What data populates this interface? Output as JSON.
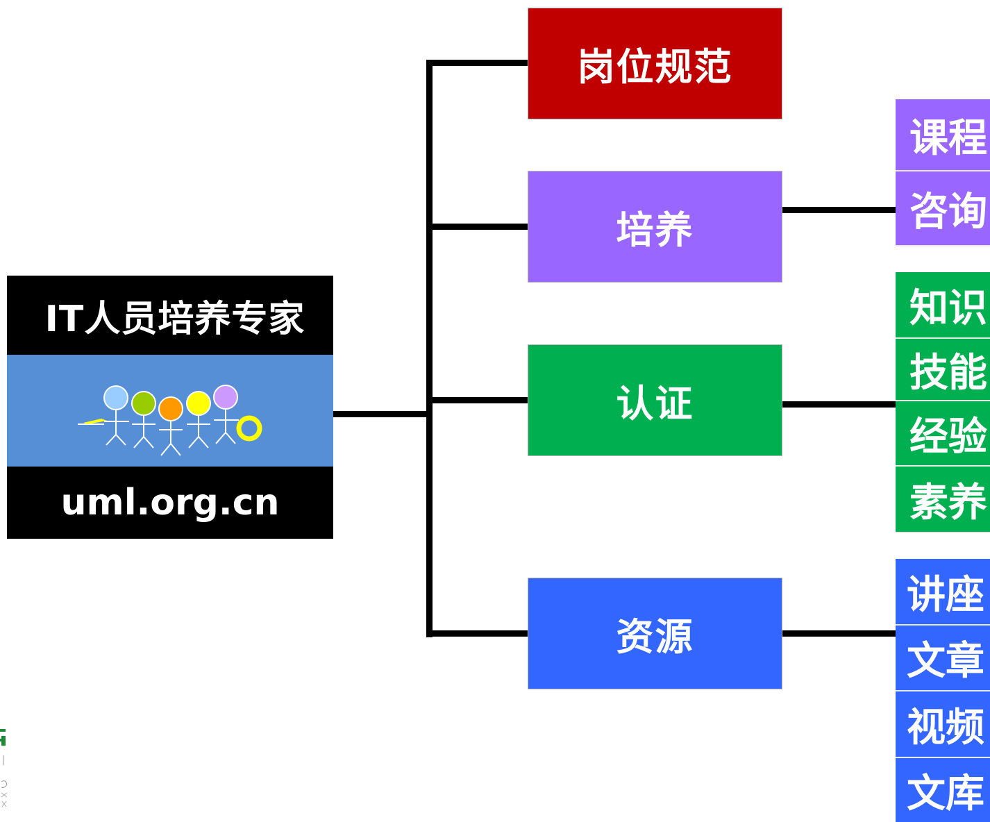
{
  "logo": {
    "title": "IT人员培养专家",
    "url": "uml.org.cn"
  },
  "nodes": {
    "post": "岗位规范",
    "training": "培养",
    "certification": "认证",
    "resources": "资源"
  },
  "training_items": [
    "课程",
    "咨询"
  ],
  "certification_items": [
    "知识",
    "技能",
    "经验",
    "素养"
  ],
  "resources_items": [
    "讲座",
    "文章",
    "视频",
    "文库"
  ],
  "colors": {
    "post": "#c00000",
    "training": "#9966ff",
    "certification": "#00b050",
    "resources": "#3366ff",
    "logo_band": "#568fd6"
  }
}
